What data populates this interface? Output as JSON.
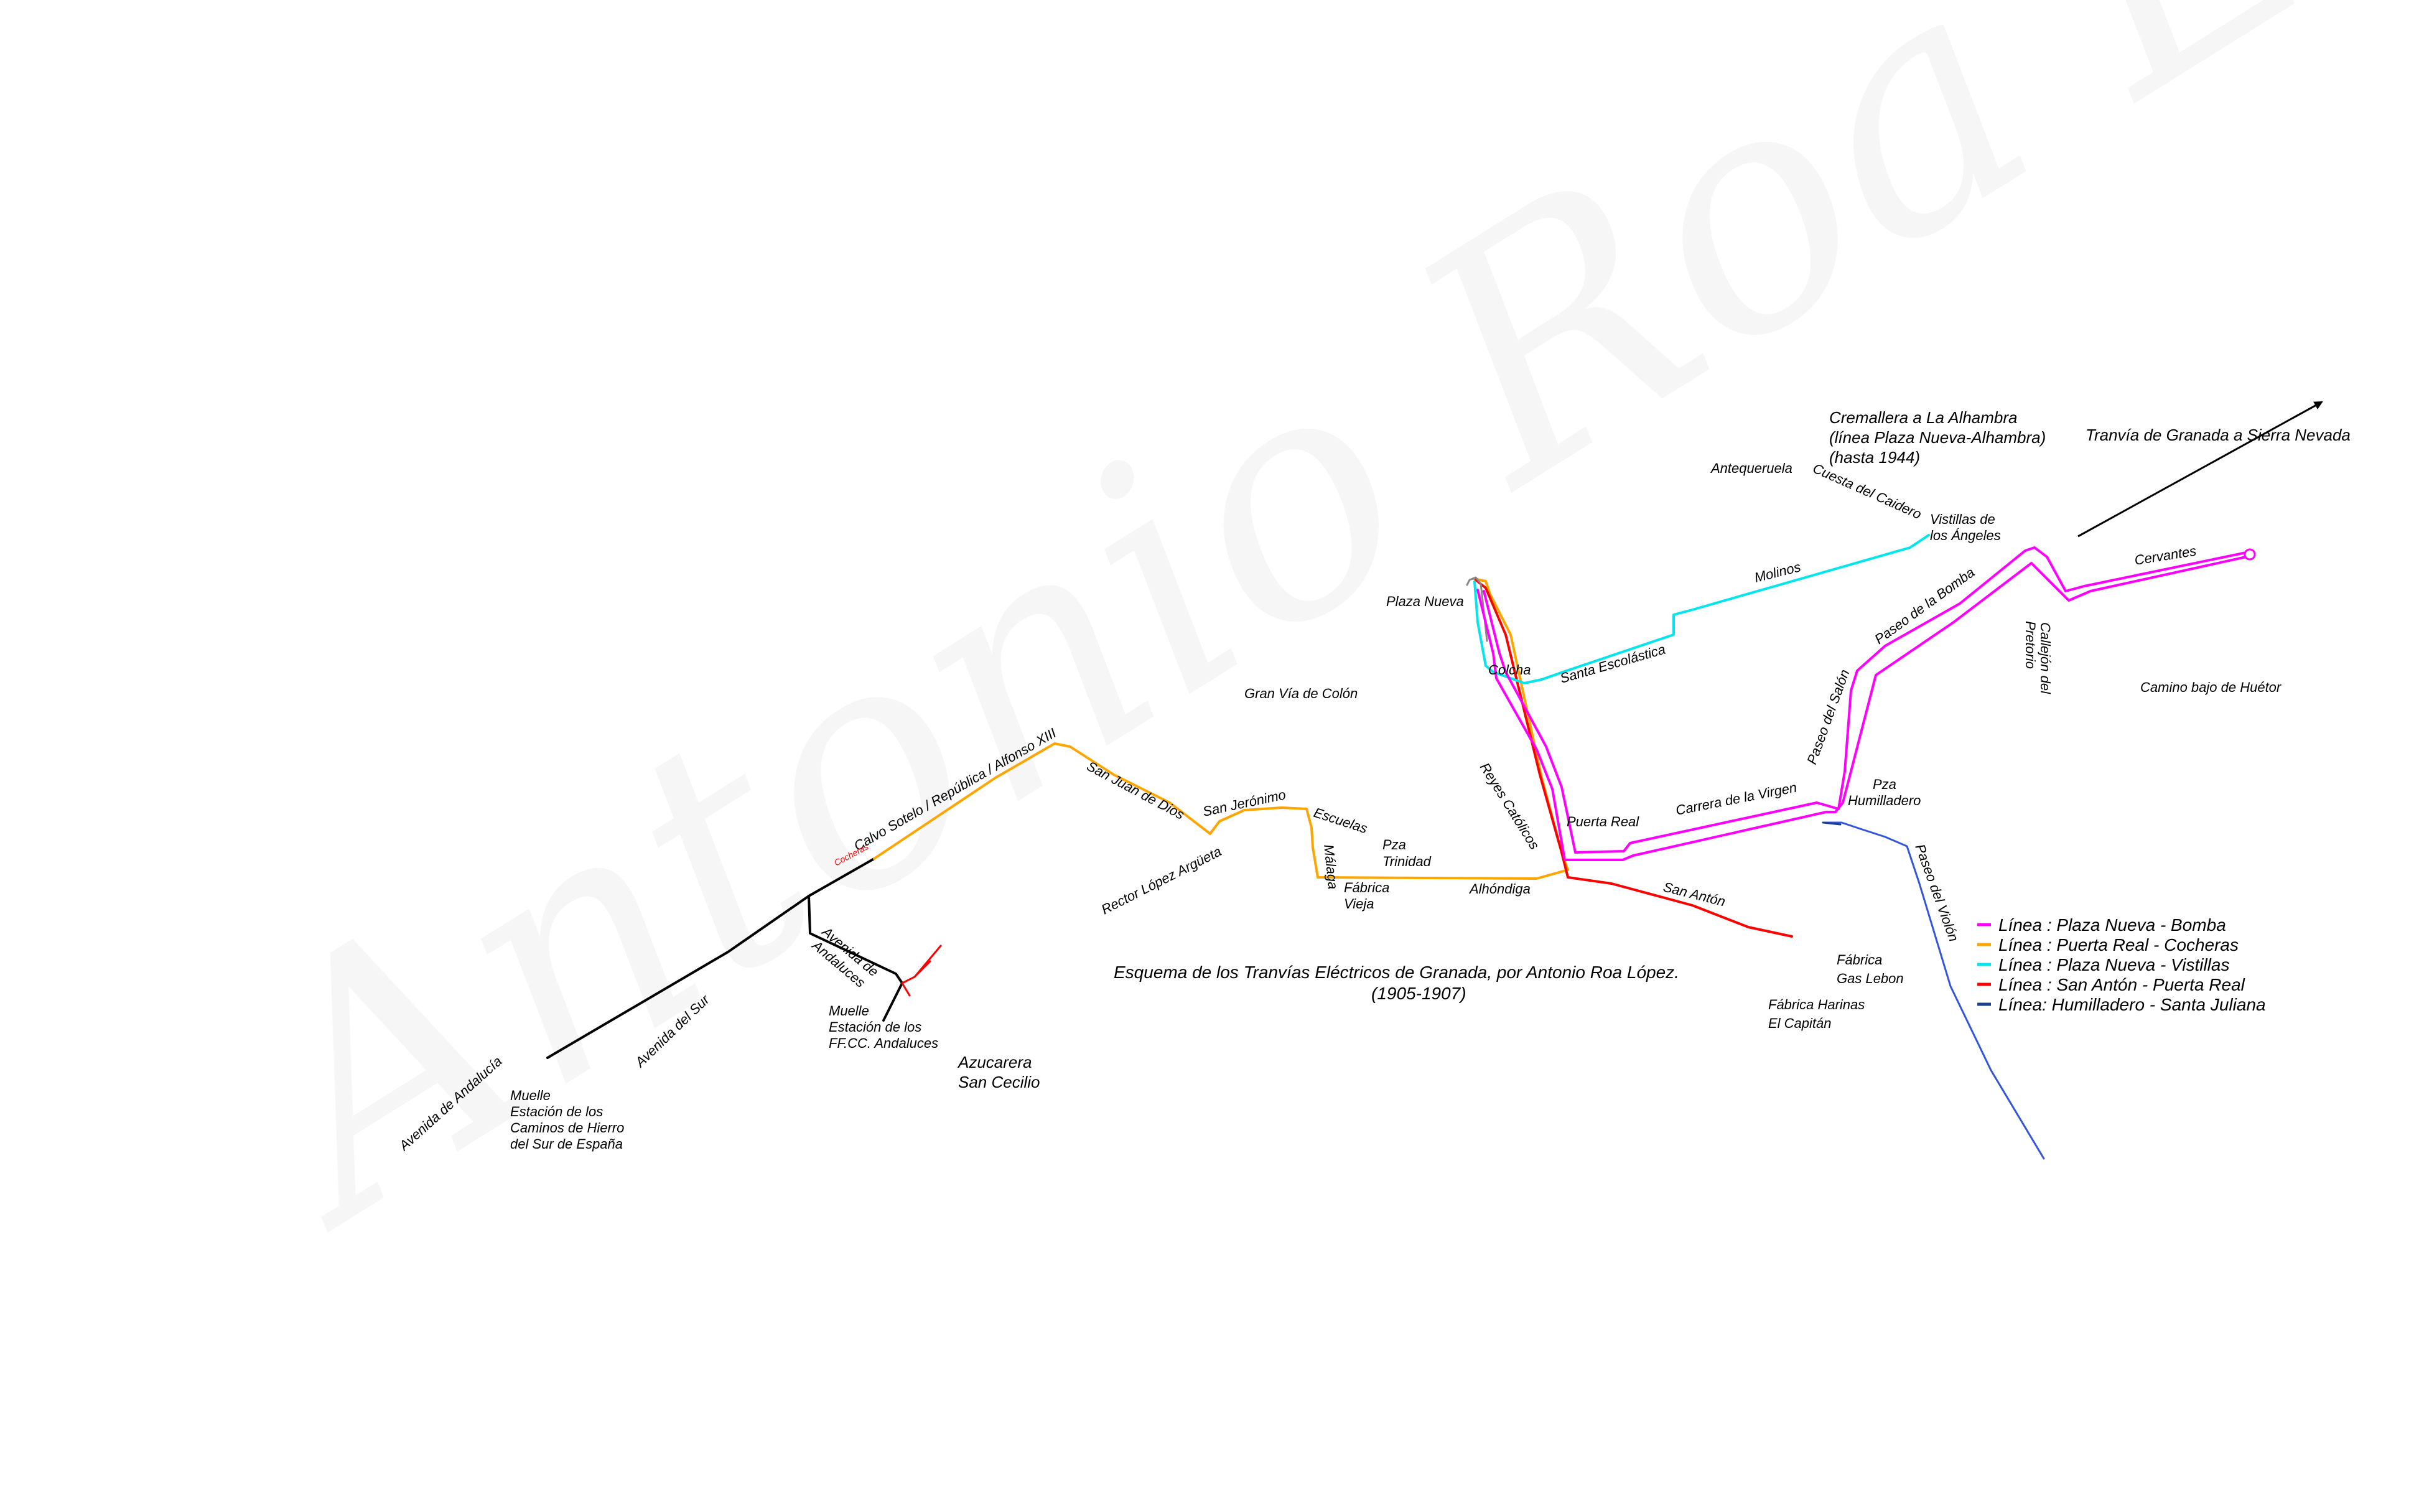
{
  "watermark": "Antonio Roa López",
  "title": {
    "line1": "Esquema de los Tranvías Eléctricos de Granada, por Antonio Roa López.",
    "line2": "(1905-1907)"
  },
  "colors": {
    "plaza_nueva_bomba": "#ff00ff",
    "puerta_real_cocheras": "#ffa500",
    "plaza_nueva_vistillas": "#00e5ee",
    "san_anton_puerta_real": "#ff0000",
    "humilladero_santa_juliana": "#2255dd",
    "other": "#000000"
  },
  "legend": [
    {
      "label": "Línea : Plaza Nueva - Bomba",
      "color": "#ff00ff"
    },
    {
      "label": "Línea : Puerta Real - Cocheras",
      "color": "#ffa500"
    },
    {
      "label": "Línea : Plaza Nueva - Vistillas",
      "color": "#00e5ee"
    },
    {
      "label": "Línea : San Antón - Puerta Real",
      "color": "#ff0000"
    },
    {
      "label": "Línea: Humilladero - Santa Juliana",
      "color": "#1a3f8f"
    }
  ],
  "labels": {
    "cremallera_1": "Cremallera a La Alhambra",
    "cremallera_2": "(línea Plaza Nueva-Alhambra)",
    "cremallera_3": "(hasta 1944)",
    "sierra_nevada": "Tranvía de Granada a Sierra Nevada",
    "antequeruela": "Antequeruela",
    "cuesta_caidero": "Cuesta del Caidero",
    "vistillas_1": "Vistillas de",
    "vistillas_2": "los Ángeles",
    "molinos": "Molinos",
    "cervantes": "Cervantes",
    "paseo_bomba": "Paseo de la Bomba",
    "callejon_1": "Callejón del",
    "callejon_2": "Pretorio",
    "camino_huetor": "Camino bajo de Huétor",
    "plaza_nueva": "Plaza Nueva",
    "colcha": "Colcha",
    "santa_escolastica": "Santa Escolástica",
    "gran_via": "Gran Vía de Colón",
    "paseo_salon": "Paseo del Salón",
    "carrera_virgen": "Carrera de la Virgen",
    "puerta_real": "Puerta Real",
    "reyes_catolicos": "Reyes Católicos",
    "pza_humilladero_1": "Pza",
    "pza_humilladero_2": "Humilladero",
    "calvo_sotelo": "Calvo Sotelo / República / Alfonso XIII",
    "cocheras": "Cocheras",
    "san_juan_dios": "San Juan de Dios",
    "san_jeronimo": "San Jerónimo",
    "escuelas": "Escuelas",
    "malaga": "Málaga",
    "pza_trinidad_1": "Pza",
    "pza_trinidad_2": "Trinidad",
    "rector": "Rector López Argüeta",
    "fabrica_vieja_1": "Fábrica",
    "fabrica_vieja_2": "Vieja",
    "alhondiga": "Alhóndiga",
    "san_anton": "San Antón",
    "paseo_violon": "Paseo del Violón",
    "gas_lebon_1": "Fábrica",
    "gas_lebon_2": "Gas Lebon",
    "harinas_1": "Fábrica Harinas",
    "harinas_2": "El Capitán",
    "avenida_andaluces_1": "Avenida de",
    "avenida_andaluces_2": "Andaluces",
    "muelle_andaluces_1": "Muelle",
    "muelle_andaluces_2": "Estación de los",
    "muelle_andaluces_3": "FF.CC. Andaluces",
    "azucarera_1": "Azucarera",
    "azucarera_2": "San Cecilio",
    "avenida_sur": "Avenida del Sur",
    "avenida_andalucia": "Avenida de Andalucía",
    "muelle_sur_1": "Muelle",
    "muelle_sur_2": "Estación de los",
    "muelle_sur_3": "Caminos de Hierro",
    "muelle_sur_4": "del Sur de España"
  }
}
